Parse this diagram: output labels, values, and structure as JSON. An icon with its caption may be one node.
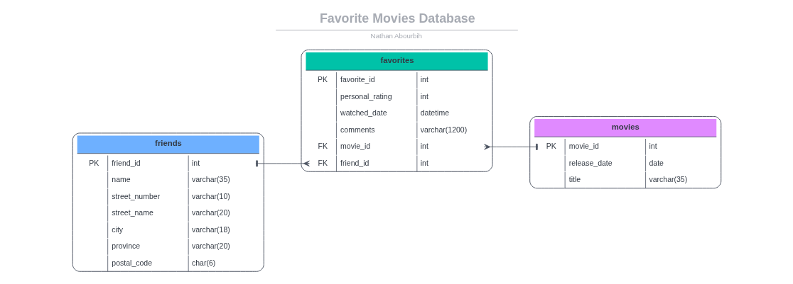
{
  "diagram": {
    "title": "Favorite Movies Database",
    "caption": "Nathan Abourbih",
    "nodes": [
      {
        "text": [
          "friends"
        ]
      },
      {
        "text": [
          "PK",
          "friend_id",
          "int"
        ],
        "in": 0
      },
      {
        "text": [
          "name",
          "varchar(35)"
        ],
        "in": 0
      },
      {
        "text": [
          "street_number",
          "varchar(10)"
        ],
        "in": 0
      },
      {
        "text": [
          "street_name",
          "varchar(20)"
        ],
        "in": 0
      },
      {
        "text": [
          "city",
          "varchar(18)"
        ],
        "in": 0
      },
      {
        "text": [
          "province",
          "varchar(20)"
        ],
        "in": 0
      },
      {
        "text": [
          "postal_code",
          "char(6)"
        ],
        "in": 0
      },
      {
        "text": [
          "favorites"
        ]
      },
      {
        "text": [
          "PK",
          "favorite_id",
          "int"
        ],
        "in": 8
      },
      {
        "text": [
          "personal_rating",
          "int"
        ],
        "in": 8
      },
      {
        "text": [
          "watched_date",
          "datetime"
        ],
        "in": 8
      },
      {
        "text": [
          "comments",
          "varchar(1200)"
        ],
        "in": 8
      },
      {
        "text": [
          "FK",
          "movie_id",
          "int"
        ],
        "in": 8
      },
      {
        "text": [
          "FK",
          "friend_id",
          "int"
        ],
        "in": 8
      },
      {
        "text": [
          "movies"
        ]
      },
      {
        "text": [
          "PK",
          "movie_id",
          "int"
        ],
        "in": 15
      },
      {
        "text": [
          "release_date",
          "date"
        ],
        "in": 15
      },
      {
        "text": [
          "title",
          "varchar(35)"
        ],
        "in": 15
      }
    ],
    "edges": [
      {
        "from": 1,
        "to": 14,
        "arrow": "other"
      },
      {
        "from": 13,
        "to": 16,
        "arrow": "other"
      }
    ]
  }
}
